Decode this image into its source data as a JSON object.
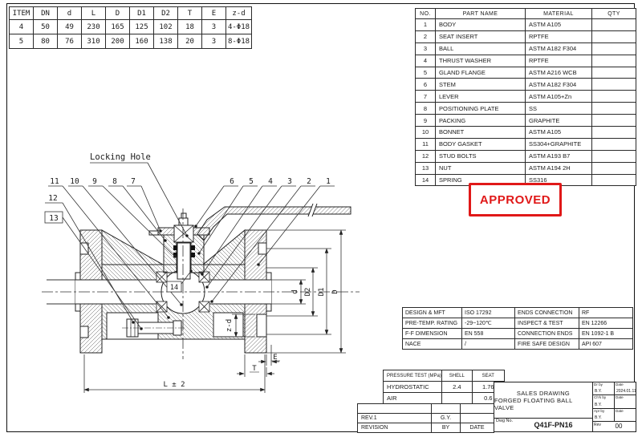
{
  "dimension_table": {
    "headers": [
      "ITEM",
      "DN",
      "d",
      "L",
      "D",
      "D1",
      "D2",
      "T",
      "E",
      "z-d"
    ],
    "rows": [
      [
        "4",
        "50",
        "49",
        "230",
        "165",
        "125",
        "102",
        "18",
        "3",
        "4-Φ18"
      ],
      [
        "5",
        "80",
        "76",
        "310",
        "200",
        "160",
        "138",
        "20",
        "3",
        "8-Φ18"
      ]
    ]
  },
  "parts_table": {
    "headers": [
      "NO.",
      "PART NAME",
      "MATERIAL",
      "QTY"
    ],
    "rows": [
      [
        "1",
        "BODY",
        "ASTM A105",
        ""
      ],
      [
        "2",
        "SEAT INSERT",
        "RPTFE",
        ""
      ],
      [
        "3",
        "BALL",
        "ASTM A182 F304",
        ""
      ],
      [
        "4",
        "THRUST WASHER",
        "RPTFE",
        ""
      ],
      [
        "5",
        "GLAND FLANGE",
        "ASTM A216 WCB",
        ""
      ],
      [
        "6",
        "STEM",
        "ASTM A182 F304",
        ""
      ],
      [
        "7",
        "LEVER",
        "ASTM A105+Zn",
        ""
      ],
      [
        "8",
        "POSITIONING PLATE",
        "SS",
        ""
      ],
      [
        "9",
        "PACKING",
        "GRAPHITE",
        ""
      ],
      [
        "10",
        "BONNET",
        "ASTM A105",
        ""
      ],
      [
        "11",
        "BODY GASKET",
        "SS304+GRAPHITE",
        ""
      ],
      [
        "12",
        "STUD BOLTS",
        "ASTM A193 B7",
        ""
      ],
      [
        "13",
        "NUT",
        "ASTM A194 2H",
        ""
      ],
      [
        "14",
        "SPRING",
        "SS316",
        ""
      ]
    ]
  },
  "stamp": {
    "label": "APPROVED",
    "color": "#e01818"
  },
  "specs_table": {
    "rows": [
      [
        "DESIGN & MFT",
        "ISO 17292",
        "ENDS CONNECTION",
        "RF"
      ],
      [
        "PRE-TEMP. RATING",
        "-29~120℃",
        "INSPECT & TEST",
        "EN 12266"
      ],
      [
        "F-F DIMENSION",
        "EN 558",
        "CONNECTION ENDS",
        "EN 1092-1 B"
      ],
      [
        "NACE",
        "/",
        "FIRE SAFE DESIGN",
        "API 607"
      ]
    ]
  },
  "pressure_table": {
    "headers": [
      "PRESSURE TEST (MPa)",
      "SHELL",
      "SEAT"
    ],
    "rows": [
      [
        "HYDROSTATIC",
        "2.4",
        "1.76"
      ],
      [
        "AIR",
        "",
        "0.6"
      ]
    ]
  },
  "revision_table": {
    "rows": [
      [
        "",
        "",
        ""
      ],
      [
        "REV.1",
        "G.Y.",
        ""
      ],
      [
        "REVISION",
        "BY",
        "DATE"
      ]
    ]
  },
  "title_block": {
    "title_line1": "SALES DRAWING",
    "title_line2": "FORGED FLOATING BALL VALVE",
    "dwg_no_label": "Dwg No.",
    "dwg_no": "Q41F-PN16",
    "rev_label": "Rev",
    "rev": "00",
    "sign_rows": [
      {
        "role": "Dr by",
        "name": "B.Y.",
        "date_label": "Date",
        "date": "2024.01.11"
      },
      {
        "role": "Ch'k by",
        "name": "B.Y.",
        "date_label": "Date",
        "date": ""
      },
      {
        "role": "Apr by",
        "name": "B.Y.",
        "date_label": "Date",
        "date": ""
      }
    ]
  },
  "drawing": {
    "locking_hole_label": "Locking Hole",
    "callouts_left": [
      "11",
      "10",
      "9",
      "8",
      "7"
    ],
    "callouts_left2": [
      "12",
      "13"
    ],
    "callouts_right": [
      "6",
      "5",
      "4",
      "3",
      "2",
      "1"
    ],
    "callout_center": "14",
    "dims": {
      "d": "d",
      "d2": "D2",
      "d1": "D1",
      "dd": "D",
      "zd": "z-d",
      "e": "E",
      "t": "T",
      "l": "L ± 2"
    }
  }
}
